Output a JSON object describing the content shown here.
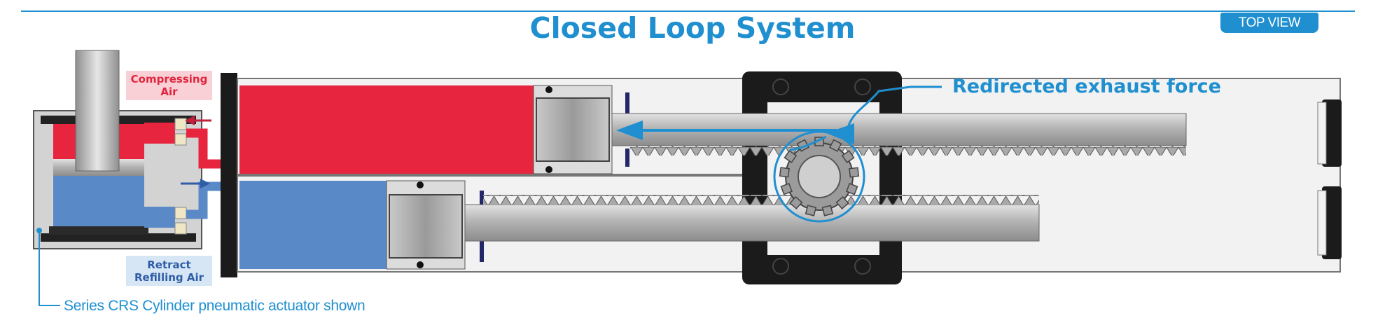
{
  "title": "Closed Loop System",
  "badge": "TOP VIEW",
  "labels": {
    "compressing": [
      "Compressing",
      "Air"
    ],
    "retract": [
      "Retract",
      "Refilling Air"
    ],
    "exhaust": "Redirected exhaust force",
    "series": "Series CRS Cylinder pneumatic actuator shown"
  },
  "colors": {
    "accent": "#1f8fd0",
    "compressing_air": "#e8253f",
    "refilling_air": "#5a89c8",
    "housing": "#1b1b1b",
    "rod": "#a9a9a9"
  },
  "icons": [
    "arrow-left-icon",
    "arrow-right-icon",
    "pinion-gear-icon"
  ]
}
